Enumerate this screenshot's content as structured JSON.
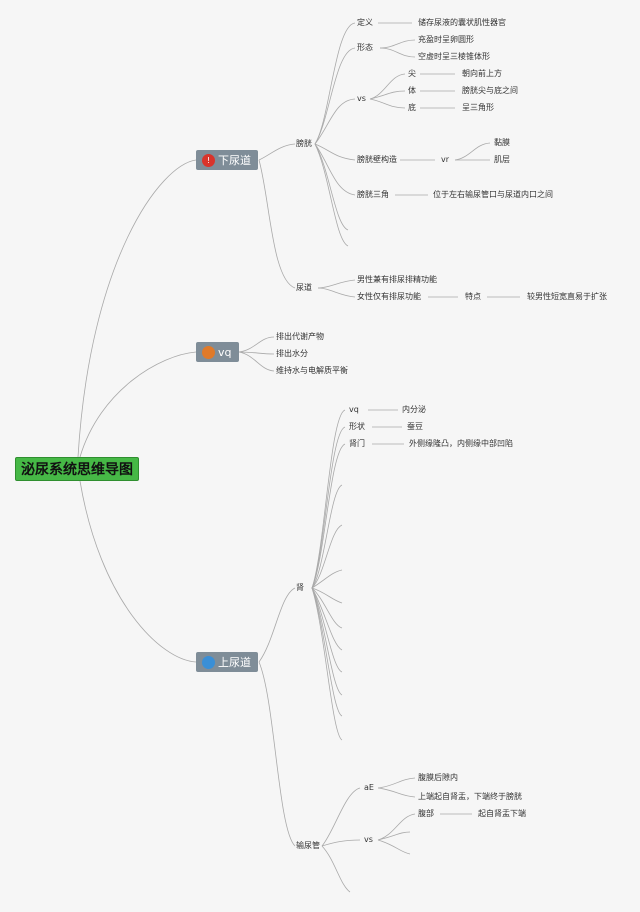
{
  "root": {
    "label": "泌尿系统思维导图"
  },
  "branches": {
    "lower": {
      "label": "下尿道",
      "badge": "!",
      "badge_color": "#d9342b"
    },
    "vq": {
      "label": "vq",
      "badge": "",
      "badge_color": "#e07a2a"
    },
    "upper": {
      "label": "上尿道",
      "badge": "",
      "badge_color": "#3a8fd6"
    }
  },
  "lower": {
    "bladder": "膀胱",
    "definition": "定义",
    "definition_text": "储存尿液的囊状肌性器官",
    "shape": "形态",
    "shape_full": "充盈时呈卵圆形",
    "shape_empty": "空虚时呈三棱锥体形",
    "vs": "vs",
    "apex": "尖",
    "apex_text": "朝向前上方",
    "body": "体",
    "body_text": "膀胱尖与底之间",
    "fundus": "底",
    "fundus_text": "呈三角形",
    "wall": "膀胱壁构造",
    "vr": "vr",
    "mucosa": "黏膜",
    "muscle": "肌层",
    "trigone": "膀胱三角",
    "trigone_text": "位于左右输尿管口与尿道内口之间",
    "urethra": "尿道",
    "male": "男性兼有排尿排精功能",
    "female": "女性仅有排尿功能",
    "feature": "特点",
    "feature_text": "较男性短宽直易于扩张"
  },
  "vq": {
    "item1": "排出代谢产物",
    "item2": "排出水分",
    "item3": "维持水与电解质平衡"
  },
  "upper": {
    "kidney": "肾",
    "vq": "vq",
    "vq_text": "内分泌",
    "shape": "形状",
    "shape_text": "蚕豆",
    "hilum": "肾门",
    "hilum_text": "外侧缘隆凸，内侧缘中部凹陷",
    "ureter": "输尿管",
    "ae": "aE",
    "ae_text1": "腹膜后隙内",
    "ae_text2": "上端起自肾盂，下端终于膀胱",
    "vs": "vs",
    "abdominal": "腹部",
    "abdominal_text": "起自肾盂下端"
  }
}
